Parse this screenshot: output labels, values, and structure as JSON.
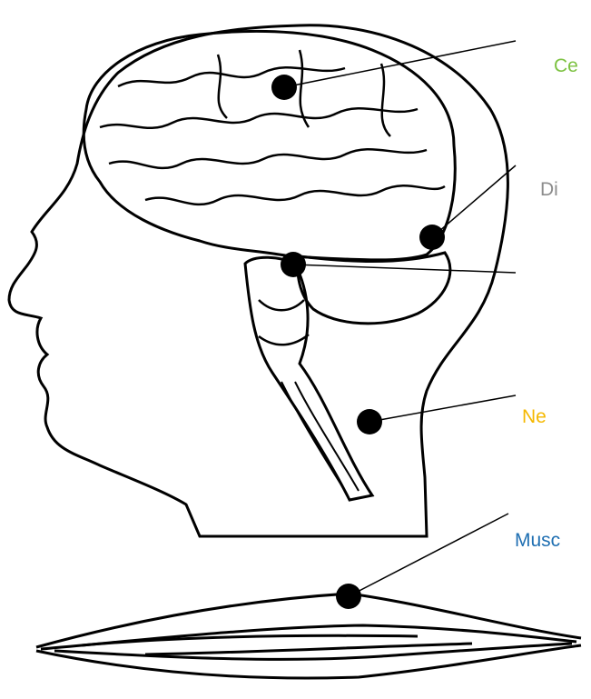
{
  "labels": {
    "cerebrum": {
      "text": "Ce",
      "color": "#7dc242"
    },
    "diencephalon": {
      "text": "Di",
      "color": "#8c8c8c"
    },
    "nerve": {
      "text": "Ne",
      "color": "#f5b800"
    },
    "muscle": {
      "text": "Musc",
      "color": "#1f6fb2"
    }
  },
  "line_color": "#000000",
  "marker_color": "#000000"
}
